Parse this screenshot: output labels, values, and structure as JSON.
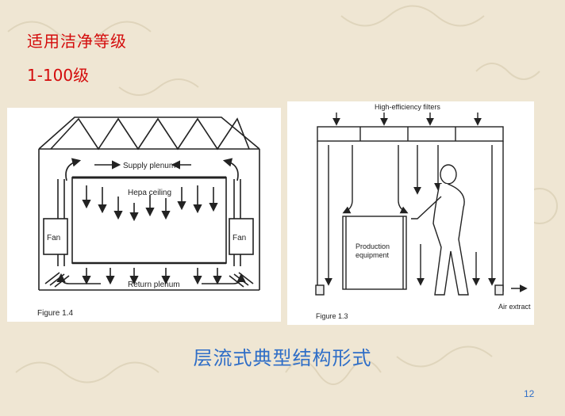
{
  "slide": {
    "heading": "适用洁净等级",
    "subheading": "1-100级",
    "caption": "层流式典型结构形式",
    "page_number": "12"
  },
  "figure_left": {
    "supply_label": "Supply plenum",
    "ceiling_label": "Hepa ceiling",
    "return_label": "Return plenum",
    "fan_left": "Fan",
    "fan_right": "Fan",
    "figure_label": "Figure 1.4"
  },
  "figure_right": {
    "filters_label": "High-efficiency filters",
    "equipment_line1": "Production",
    "equipment_line2": "equipment",
    "extract_label": "Air extract",
    "figure_label": "Figure 1.3"
  },
  "colors": {
    "heading": "#d40c0c",
    "caption": "#2f6ec7",
    "background": "#efe6d3"
  }
}
